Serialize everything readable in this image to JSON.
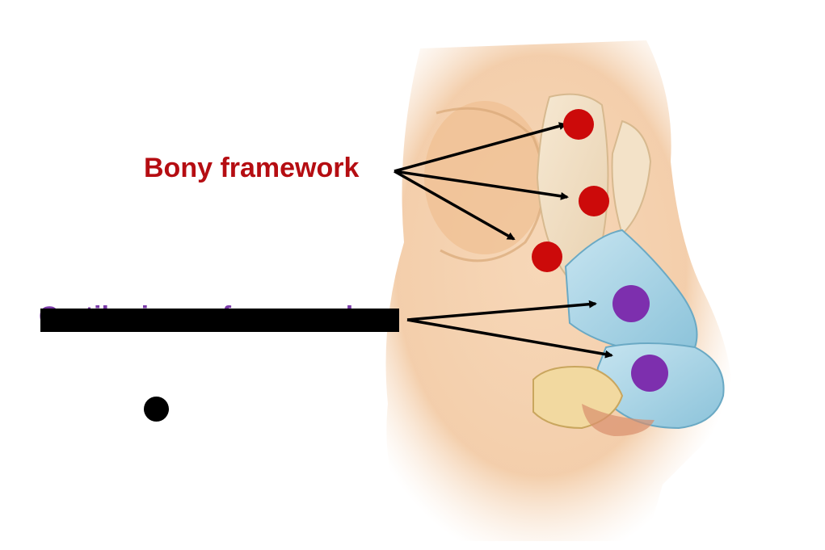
{
  "labels": {
    "bony": "Bony framework",
    "cartilaginous": "Cartilaginous framework"
  },
  "colors": {
    "bony": "#b50d12",
    "cartilaginous": "#7a3aa8",
    "redaction": "#000000",
    "skin": "#f3cba4",
    "cartilage": "#a9d4e6",
    "bone": "#f1dfc4"
  },
  "markers": {
    "bony_count": 3,
    "cartilage_count": 2
  }
}
